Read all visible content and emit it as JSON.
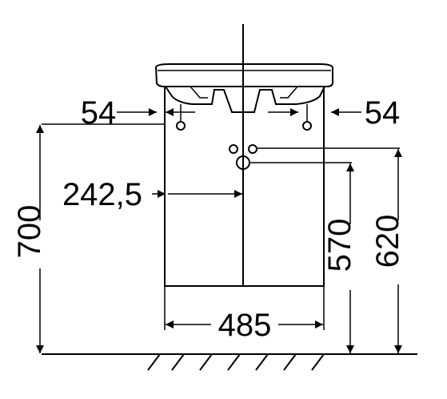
{
  "dimensions": {
    "left_offset": "54",
    "right_offset": "54",
    "center_offset": "242,5",
    "height_total": "700",
    "height_drain": "570",
    "height_supply": "620",
    "width": "485"
  }
}
